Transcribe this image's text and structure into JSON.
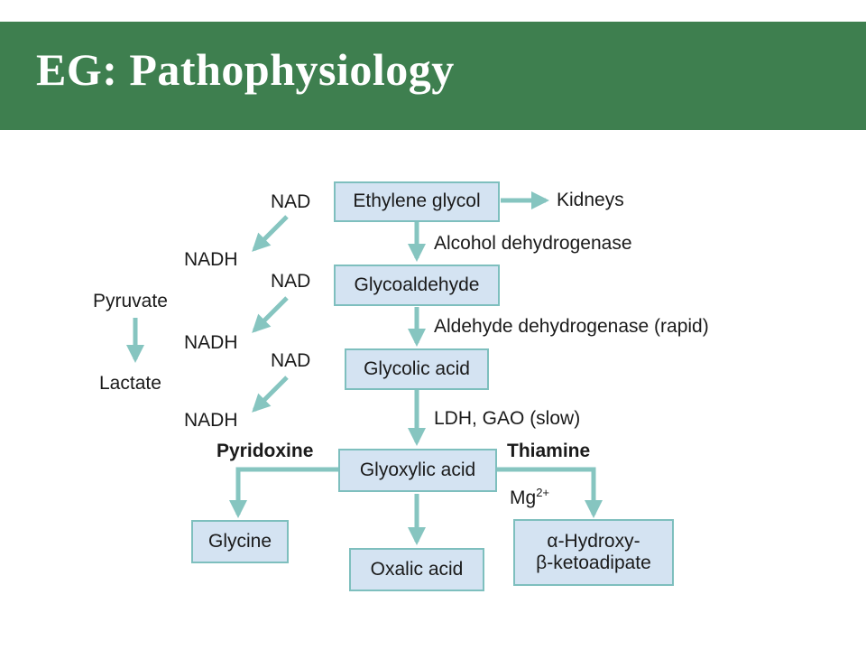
{
  "slide": {
    "title": "EG: Pathophysiology"
  },
  "boxes": {
    "ethylene_glycol": "Ethylene glycol",
    "glycoaldehyde": "Glycoaldehyde",
    "glycolic_acid": "Glycolic acid",
    "glyoxylic_acid": "Glyoxylic acid",
    "glycine": "Glycine",
    "oxalic_acid": "Oxalic acid",
    "hydroxy_line1": "α-Hydroxy-",
    "hydroxy_line2": "β-ketoadipate"
  },
  "labels": {
    "kidneys": "Kidneys",
    "alcohol_dehydrogenase": "Alcohol dehydrogenase",
    "aldehyde_dehydrogenase": "Aldehyde dehydrogenase (rapid)",
    "ldh_gao": "LDH, GAO (slow)",
    "nad_1": "NAD",
    "nadh_1": "NADH",
    "nad_2": "NAD",
    "nadh_2": "NADH",
    "nad_3": "NAD",
    "nadh_3": "NADH",
    "pyruvate": "Pyruvate",
    "lactate": "Lactate",
    "pyridoxine": "Pyridoxine",
    "thiamine": "Thiamine",
    "mg_base": "Mg",
    "mg_charge": "2+"
  },
  "colors": {
    "header": "#3e7f4f",
    "box_fill": "#d4e3f2",
    "box_border": "#7ebfbe",
    "arrow": "#86c5c0"
  }
}
